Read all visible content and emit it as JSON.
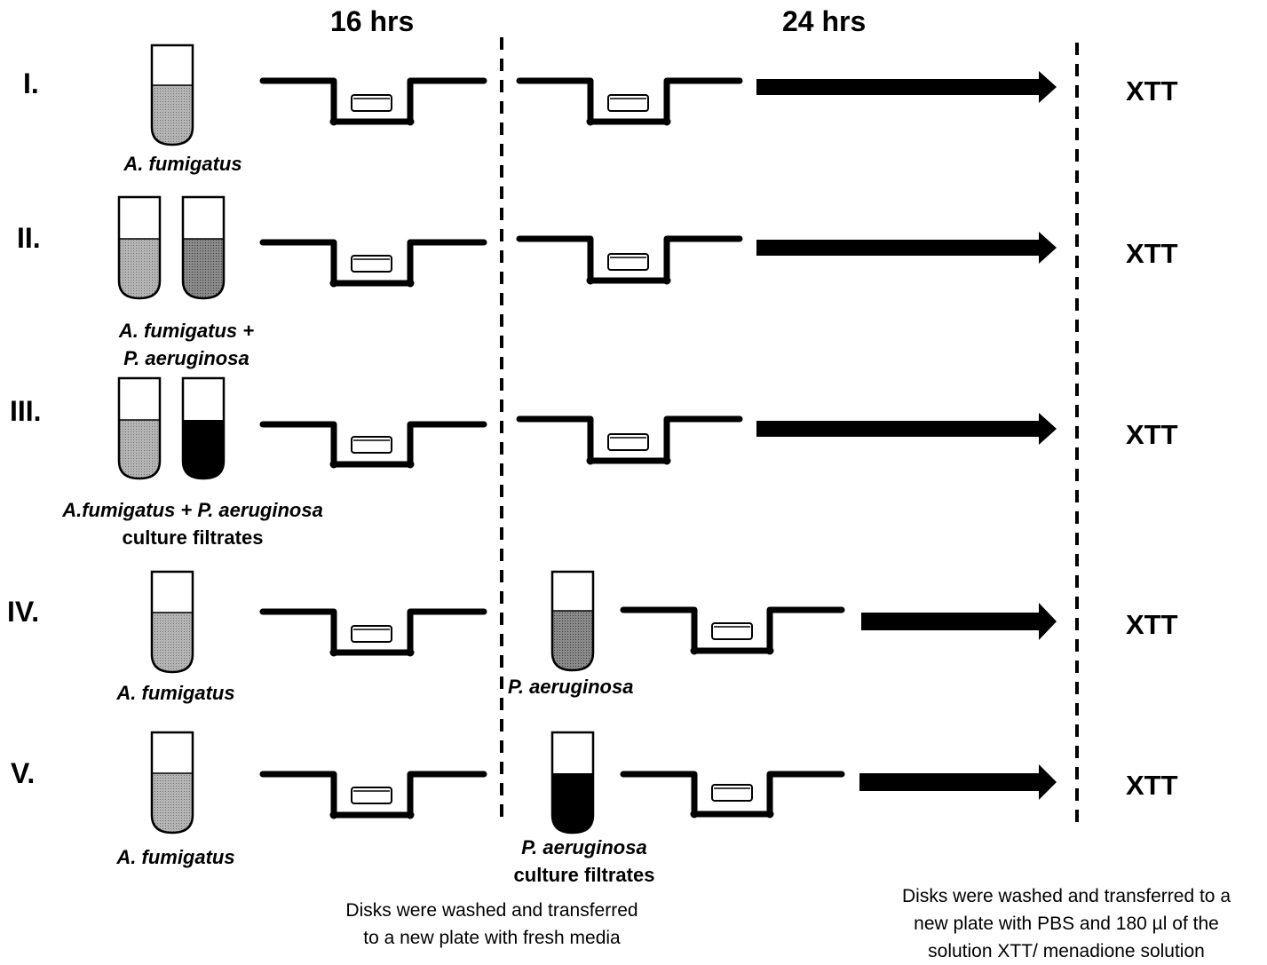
{
  "headers": {
    "phase1": "16 hrs",
    "phase2": "24 hrs"
  },
  "rows": [
    {
      "numeral": "I.",
      "label_line1": "A. fumigatus",
      "result": "XTT"
    },
    {
      "numeral": "II.",
      "label_line1": "A. fumigatus +",
      "label_line2": "P. aeruginosa",
      "result": "XTT"
    },
    {
      "numeral": "III.",
      "label_line1": "A.fumigatus + P. aeruginosa",
      "label_line2": "culture filtrates",
      "result": "XTT"
    },
    {
      "numeral": "IV.",
      "label_line1": "A. fumigatus",
      "phase2_label": "P. aeruginosa",
      "result": "XTT"
    },
    {
      "numeral": "V.",
      "label_line1": "A. fumigatus",
      "phase2_label_line1": "P. aeruginosa",
      "phase2_label_line2": "culture filtrates",
      "result": "XTT"
    }
  ],
  "notes": {
    "wash1_line1": "Disks were washed and transferred",
    "wash1_line2": "to a new plate with fresh media",
    "wash2_line1": "Disks were washed and transferred to a",
    "wash2_line2": "new plate with PBS and 180  µl of the",
    "wash2_line3": "solution XTT/ menadione solution"
  },
  "colors": {
    "ink": "#000000",
    "fungus_fill": "#a8a8a8",
    "bacteria_fill": "#808080",
    "filtrate_fill": "#000000"
  }
}
